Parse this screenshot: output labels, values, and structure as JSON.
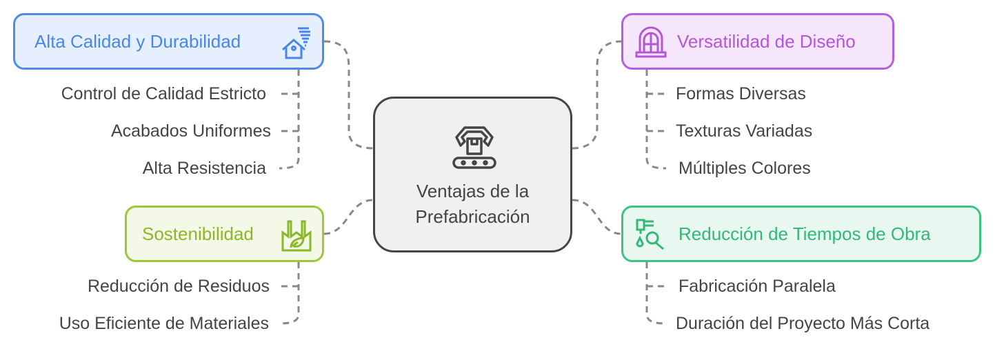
{
  "center": {
    "line1": "Ventajas de la",
    "line2": "Prefabricación",
    "icon": "robotic-arm-conveyor-icon"
  },
  "branches": [
    {
      "title": "Alta Calidad y Durabilidad",
      "icon": "house-storm-icon",
      "color": "#4a86e8",
      "items": [
        "Control de Calidad Estricto",
        "Acabados Uniformes",
        "Alta Resistencia"
      ]
    },
    {
      "title": "Versatilidad de Diseño",
      "icon": "window-building-icon",
      "color": "#b257d8",
      "items": [
        "Formas Diversas",
        "Texturas Variadas",
        "Múltiples Colores"
      ]
    },
    {
      "title": "Sostenibilidad",
      "icon": "eco-factory-icon",
      "color": "#8ab82a",
      "items": [
        "Reducción de Residuos",
        "Uso Eficiente de Materiales"
      ]
    },
    {
      "title": "Reducción de Tiempos de Obra",
      "icon": "plumbing-tools-icon",
      "color": "#34b876",
      "items": [
        "Fabricación Paralela",
        "Duración del Proyecto Más Corta"
      ]
    }
  ]
}
